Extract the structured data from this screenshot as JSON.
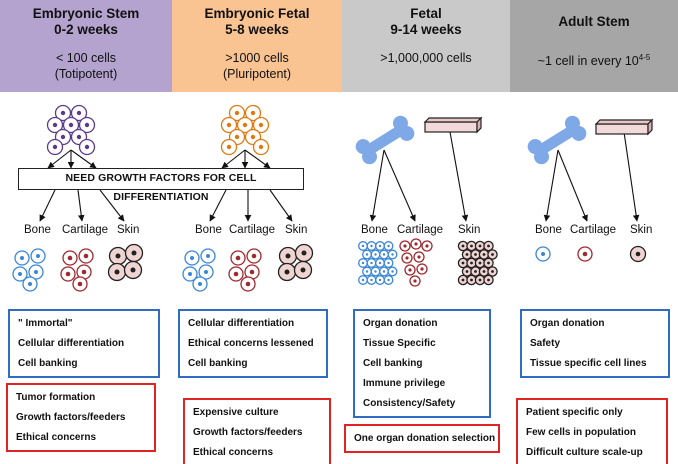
{
  "headers": [
    {
      "title": "Embryonic Stem",
      "subtitle": "0-2 weeks",
      "line1": "< 100 cells",
      "line2": "(Totipotent)",
      "color": "#b4a3cf"
    },
    {
      "title": "Embryonic Fetal",
      "subtitle": "5-8 weeks",
      "line1": ">1000 cells",
      "line2": "(Pluripotent)",
      "color": "#f9c392"
    },
    {
      "title": "Fetal",
      "subtitle": "9-14 weeks",
      "line1": ">1,000,000 cells",
      "line2": "",
      "color": "#c9c9c9"
    },
    {
      "title": "Adult Stem",
      "subtitle": "",
      "line1": "~1 cell in every 10",
      "sup": "4-5",
      "color": "#a6a6a6"
    }
  ],
  "growth_factor_note": "NEED GROWTH FACTORS FOR CELL DIFFERENTIATION",
  "cell_labels": [
    "Bone",
    "Cartilage",
    "Skin"
  ],
  "advantages": [
    [
      "\" Immortal\"",
      "Cellular differentiation",
      "Cell banking"
    ],
    [
      "Cellular differentiation",
      "Ethical concerns lessened",
      "Cell banking"
    ],
    [
      "Organ donation",
      "Tissue Specific",
      "Cell banking",
      "Immune privilege",
      "Consistency/Safety"
    ],
    [
      "Organ donation",
      "Safety",
      "Tissue specific cell lines"
    ]
  ],
  "disadvantages": [
    [
      "Tumor formation",
      "Growth factors/feeders",
      "Ethical concerns"
    ],
    [
      "Expensive culture",
      "Growth factors/feeders",
      "Ethical concerns"
    ],
    [
      "One organ donation selection"
    ],
    [
      "Patient specific only",
      "Few cells in population",
      "Difficult culture scale-up"
    ]
  ],
  "colors": {
    "stem_purple": "#5b3a8c",
    "stem_orange": "#e07a10",
    "bone_blue": "#3a86d8",
    "cartilage_red": "#a0282e",
    "skin_fill": "#f0d4d2",
    "bone_shape": "#7ea9e6",
    "skin_block": "#f3dada"
  }
}
